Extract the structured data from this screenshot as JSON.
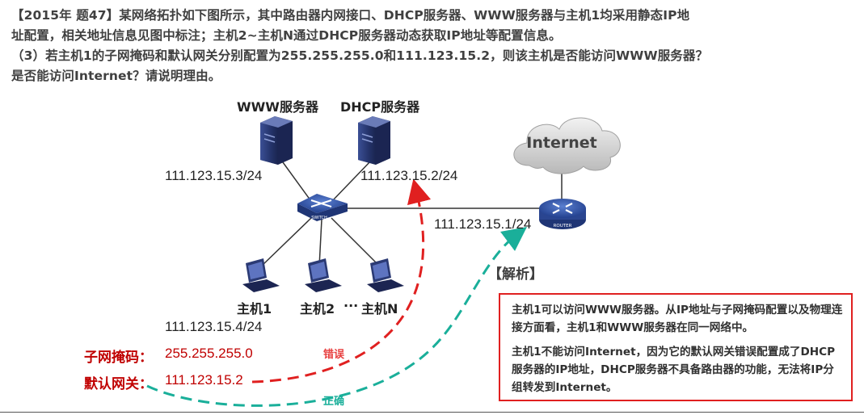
{
  "question": {
    "line1": "【2015年 题47】某网络拓扑如下图所示，其中路由器内网接口、DHCP服务器、WWW服务器与主机1均采用静态IP地",
    "line2": "址配置，相关地址信息见图中标注；主机2~主机N通过DHCP服务器动态获取IP地址等配置信息。",
    "line3": "（3）若主机1的子网掩码和默认网关分别配置为255.255.255.0和111.123.15.2，则该主机是否能访问WWW服务器？",
    "line4": "是否能访问Internet？请说明理由。"
  },
  "diagram": {
    "www_server_label": "WWW服务器",
    "dhcp_server_label": "DHCP服务器",
    "internet_label": "Internet",
    "www_ip": "111.123.15.3/24",
    "dhcp_ip": "111.123.15.2/24",
    "router_ip": "111.123.15.1/24",
    "host1_label": "主机1",
    "host2_label": "主机2",
    "ellipsis": "···",
    "hostN_label": "主机N",
    "host1_ip": "111.123.15.4/24",
    "switch_text": "SWITCH",
    "router_text": "ROUTER"
  },
  "config": {
    "mask_title": "子网掩码：",
    "mask_value": "255.255.255.0",
    "gateway_title": "默认网关：",
    "gateway_value": "111.123.15.2",
    "wrong_tag": "错误",
    "right_tag": "正确"
  },
  "analysis": {
    "title": "【解析】",
    "para1": "主机1可以访问WWW服务器。从IP地址与子网掩码配置以及物理连接方面看，主机1和WWW服务器在同一网络中。",
    "para2": "主机1不能访问Internet，因为它的默认网关错误配置成了DHCP服务器的IP地址，DHCP服务器不具备路由器的功能，无法将IP分组转发到Internet。"
  },
  "colors": {
    "wrong_arrow": "#e02020",
    "right_arrow": "#1aaf9a",
    "box_border": "#e02020",
    "server": "#2c3e7a",
    "switch": "#2d4a9a"
  }
}
